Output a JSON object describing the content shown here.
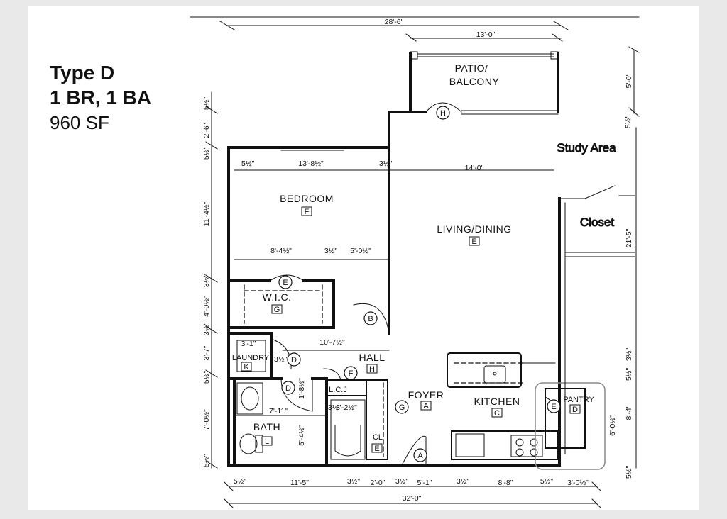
{
  "unit": {
    "type": "Type D",
    "bed_bath": "1 BR, 1 BA",
    "area": "960 SF"
  },
  "rooms": {
    "patio": [
      "PATIO/",
      "BALCONY"
    ],
    "patio_key": "H",
    "bedroom": "BEDROOM",
    "bedroom_key": "F",
    "living": "LIVING/DINING",
    "living_key": "E",
    "wic": "W.I.C.",
    "wic_key": "G",
    "laundry": "LAUNDRY",
    "laundry_key": "K",
    "hall": "HALL",
    "hall_key": "H",
    "lcj": "L.C.J",
    "foyer": "FOYER",
    "foyer_key": "A",
    "kitchen": "KITCHEN",
    "kitchen_key": "C",
    "pantry": "PANTRY",
    "pantry_key": "D",
    "bath": "BATH",
    "bath_key": "L",
    "cl": "CL",
    "cl_key": "E"
  },
  "door_tags": {
    "patio": "H",
    "wic": "E",
    "bedroom": "B",
    "laundry": "D",
    "lcj": "F",
    "bath": "D",
    "foyer": "G",
    "entry": "A",
    "pantry": "E"
  },
  "dimensions": {
    "overall_top": "28'-6\"",
    "patio_width": "13'-0\"",
    "patio_depth": "5'-0\"",
    "top_right_small": "5½\"",
    "left_top_small": "5½\"",
    "left_2_6": "2'-6\"",
    "left_5_2": "5½\"",
    "bed_wall_left": "5½\"",
    "bed_width": "13'-8½\"",
    "bed_wall_right": "3½\"",
    "living_width": "14'-0\"",
    "bed_height": "11'-4½\"",
    "bed_lower_left": "8'-4½\"",
    "bed_lower_mid": "3½\"",
    "bed_lower_right": "5'-0½\"",
    "left_3_2a": "3½\"",
    "wic_height": "4'-0½\"",
    "left_3_2b": "3½\"",
    "hall_width": "10'-7½\"",
    "laundry_width": "3'-1\"",
    "laundry_wall": "3½\"",
    "laundry_height": "3'-7\"",
    "left_5_2b": "5½\"",
    "bath_height": "7'-0½\"",
    "left_5_2c": "5½\"",
    "bath_1_8": "1'-8½\"",
    "bath_width": "7'-11\"",
    "bath_3_2": "3½\"",
    "tub_width": "3'-2½\"",
    "bath_depth": "5'-4½\"",
    "right_2_5": "21'-5\"",
    "right_5_2a": "5½\"",
    "right_3_2": "3½\"",
    "pantry_height": "6'-0½\"",
    "kitchen_height": "8'-4\"",
    "right_5_2b": "5½\"",
    "bottom_1": "5½\"",
    "bottom_2": "11'-5\"",
    "bottom_3": "3½\"",
    "bottom_4": "2'-0\"",
    "bottom_5": "3½\"",
    "bottom_6": "5'-1\"",
    "bottom_7": "3½\"",
    "bottom_8": "8'-8\"",
    "bottom_9": "5½\"",
    "bottom_10": "3'-0½\"",
    "overall_bottom": "32'-0\""
  },
  "side_labels": {
    "study": "Study Area",
    "closet": "Closet"
  },
  "colors": {
    "background": "#e9e9e9",
    "sheet": "#ffffff",
    "ink": "#111111",
    "highlight_box": "#888888"
  }
}
